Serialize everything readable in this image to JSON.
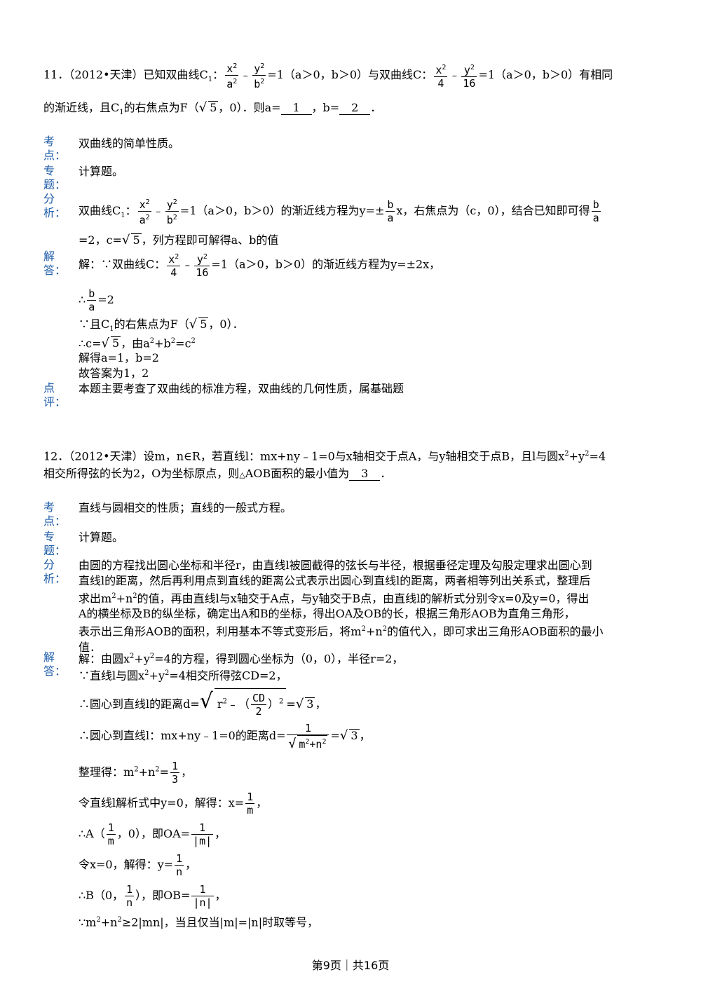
{
  "q11": {
    "number": "11．",
    "source": "（2012•天津）",
    "stem_part1": "已知双曲线C",
    "c1_sub": "1",
    "stem_part2": "：",
    "stem_part3": "=1（a＞0，b＞0）与双曲线C：",
    "stem_part4": "=1（a＞0，b＞0）有相同",
    "stem_line2_a": "的渐近线，且C",
    "stem_line2_b": "的右焦点为F（",
    "sqrt5": "5",
    "stem_line2_c": "，0）．则a=",
    "answer_a": "1",
    "stem_line2_d": "，b=",
    "answer_b": "2",
    "stem_line2_e": "．",
    "kaodian_label": [
      "考",
      "点："
    ],
    "kaodian": "双曲线的简单性质。",
    "zhuanti_label": [
      "专",
      "题："
    ],
    "zhuanti": "计算题。",
    "fenxi_label": [
      "分",
      "析："
    ],
    "fenxi_a": "双曲线C",
    "fenxi_b": "：",
    "fenxi_c": "=1（a＞0，b＞0）的渐近线方程为y=±",
    "fenxi_d": "x，右焦点为（c，0），结合已知即可得",
    "fenxi_line2_a": "=2，c=",
    "fenxi_line2_b": "，列方程即可解得a、b的值",
    "jieda_label": [
      "解",
      "答："
    ],
    "sol_line1_a": "解：∵双曲线C：",
    "sol_line1_b": "=1（a＞0，b＞0）的渐近线方程为y=±2x，",
    "sol_line2_a": "∴",
    "sol_line2_b": "=2",
    "sol_line3_a": "∵且C",
    "sol_line3_b": "的右焦点为F（",
    "sol_line3_c": "，0）．",
    "sol_line4_a": "∴c=",
    "sol_line4_b": "，由a",
    "sol_line4_c": "+b",
    "sol_line4_d": "=c",
    "sol_line5": "解得a=1，b=2",
    "sol_line6": "故答案为1，2",
    "dianping_label": [
      "点",
      "评："
    ],
    "dianping": "本题主要考查了双曲线的标准方程，双曲线的几何性质，属基础题"
  },
  "q12": {
    "number": "12．",
    "source": "（2012•天津）",
    "stem_a": "设m，n∈R，若直线l：mx+ny﹣1=0与x轴相交于点A，与y轴相交于点B，且l与圆x",
    "stem_b": "+y",
    "stem_c": "=4",
    "stem_line2_a": "相交所得弦的长为2，O为坐标原点，则",
    "triangle": "△",
    "stem_line2_b": "AOB面积的最小值为",
    "answer": "3",
    "stem_line2_c": "．",
    "kaodian_label": [
      "考",
      "点："
    ],
    "kaodian": "直线与圆相交的性质；直线的一般式方程。",
    "zhuanti_label": [
      "专",
      "题："
    ],
    "zhuanti": "计算题。",
    "fenxi_label": [
      "分",
      "析："
    ],
    "fenxi_l1": "由圆的方程找出圆心坐标和半径r，由直线l被圆截得的弦长与半径，根据垂径定理及勾股定理求出圆心到",
    "fenxi_l2": "直线l的距离，然后再利用点到直线的距离公式表示出圆心到直线l的距离，两者相等列出关系式，整理后",
    "fenxi_l3a": "求出m",
    "fenxi_l3b": "+n",
    "fenxi_l3c": "的值，再由直线l与x轴交于A点，与y轴交于B点，由直线l的解析式分别令x=0及y=0，得出",
    "fenxi_l4": "A的横坐标及B的纵坐标，确定出A和B的坐标，得出OA及OB的长，根据三角形AOB为直角三角形，",
    "fenxi_l5a": "表示出三角形AOB的面积，利用基本不等式变形后，将m",
    "fenxi_l5b": "+n",
    "fenxi_l5c": "的值代入，即可求出三角形AOB面积的最小",
    "fenxi_l6": "值．",
    "jieda_label": [
      "解",
      "答："
    ],
    "s1a": "解：由圆x",
    "s1b": "+y",
    "s1c": "=4的方程，得到圆心坐标为（0，0），半径r=2，",
    "s2a": "∵直线l与圆x",
    "s2b": "+y",
    "s2c": "=4相交所得弦CD=2，",
    "s3a": "∴圆心到直线l的距离d=",
    "s3r": "r",
    "s3m": "﹣（",
    "s3cd": "CD",
    "s3two": "2",
    "s3e": "）",
    "s3f": "=",
    "s3sqrt": "3",
    "s3g": "，",
    "s4a": "∴圆心到直线l：mx+ny﹣1=0的距离d=",
    "s4num": "1",
    "s4den": "m",
    "s4den2": "+n",
    "s4b": "=",
    "s4sqrt": "3",
    "s4c": "，",
    "s5a": "整理得：m",
    "s5b": "+n",
    "s5c": "=",
    "s5num": "1",
    "s5den": "3",
    "s5d": "，",
    "s6a": "令直线l解析式中y=0，解得：x=",
    "s6num": "1",
    "s6den": "m",
    "s6b": "，",
    "s7a": "∴A（",
    "s7num": "1",
    "s7den": "m",
    "s7b": "，0），即OA=",
    "s7num2": "1",
    "s7den2": "|m|",
    "s7c": "，",
    "s8a": "令x=0，解得：y=",
    "s8num": "1",
    "s8den": "n",
    "s8b": "，",
    "s9a": "∴B（0，",
    "s9num": "1",
    "s9den": "n",
    "s9b": "），即OB=",
    "s9num2": "1",
    "s9den2": "|n|",
    "s9c": "，",
    "s10a": "∵m",
    "s10b": "+n",
    "s10c": "≥2|mn|，当且仅当|m|=|n|时取等号，"
  },
  "frac": {
    "x2": "x",
    "y2": "y",
    "a2": "a",
    "b2": "b",
    "four": "4",
    "sixteen": "16",
    "b": "b",
    "a": "a",
    "two": "2"
  },
  "footer": "第9页｜共16页"
}
